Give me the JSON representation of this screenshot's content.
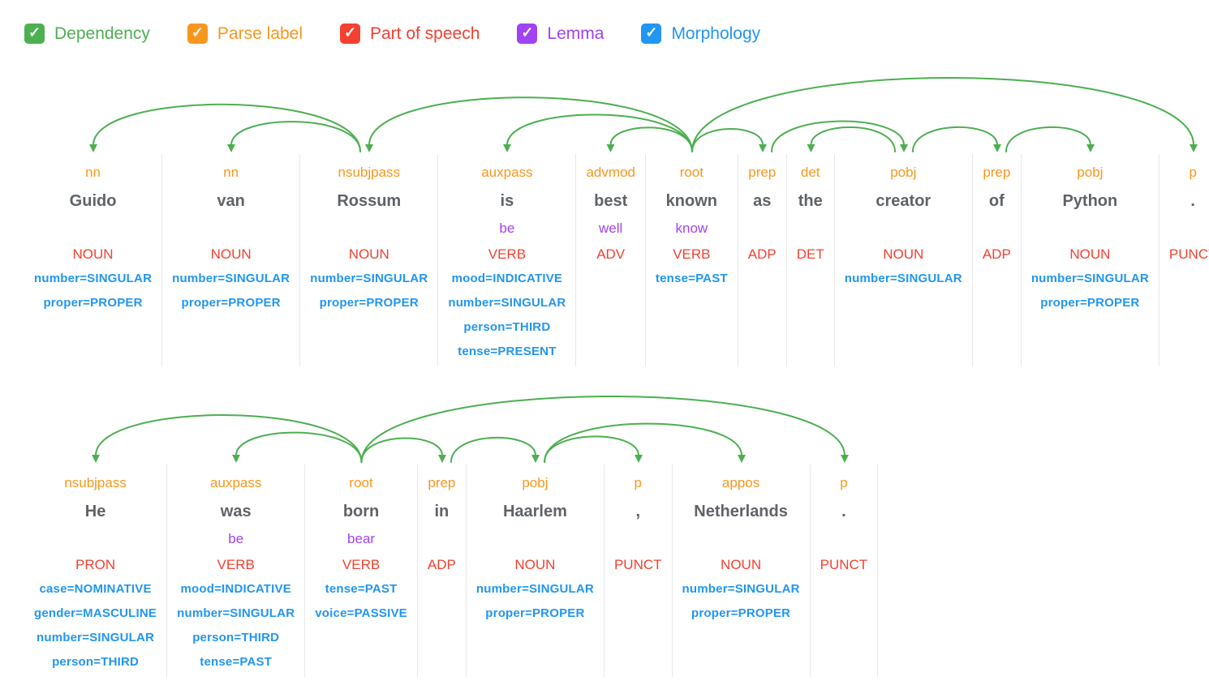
{
  "colors": {
    "green": "#4CAF50",
    "orange": "#F9971D",
    "red": "#F4402F",
    "purple": "#A142F4",
    "blue": "#2196F3",
    "word": "#5F6368",
    "separator": "#E8E8E8",
    "arc": "#4CAF50"
  },
  "check_icon": "✓",
  "legend": {
    "items": [
      {
        "label": "Dependency",
        "color": "#4CAF50",
        "checked": true
      },
      {
        "label": "Parse label",
        "color": "#F9971D",
        "checked": true
      },
      {
        "label": "Part of speech",
        "color": "#F4402F",
        "checked": true
      },
      {
        "label": "Lemma",
        "color": "#A142F4",
        "checked": true
      },
      {
        "label": "Morphology",
        "color": "#2196F3",
        "checked": true
      }
    ]
  },
  "sentences": [
    {
      "tokens": [
        {
          "label": "nn",
          "word": "Guido",
          "lemma": "",
          "pos": "NOUN",
          "morph": [
            "number=SINGULAR",
            "proper=PROPER"
          ],
          "head": 2
        },
        {
          "label": "nn",
          "word": "van",
          "lemma": "",
          "pos": "NOUN",
          "morph": [
            "number=SINGULAR",
            "proper=PROPER"
          ],
          "head": 2
        },
        {
          "label": "nsubjpass",
          "word": "Rossum",
          "lemma": "",
          "pos": "NOUN",
          "morph": [
            "number=SINGULAR",
            "proper=PROPER"
          ],
          "head": 5
        },
        {
          "label": "auxpass",
          "word": "is",
          "lemma": "be",
          "pos": "VERB",
          "morph": [
            "mood=INDICATIVE",
            "number=SINGULAR",
            "person=THIRD",
            "tense=PRESENT"
          ],
          "head": 5
        },
        {
          "label": "advmod",
          "word": "best",
          "lemma": "well",
          "pos": "ADV",
          "morph": [],
          "head": 5
        },
        {
          "label": "root",
          "word": "known",
          "lemma": "know",
          "pos": "VERB",
          "morph": [
            "tense=PAST"
          ],
          "head": -1
        },
        {
          "label": "prep",
          "word": "as",
          "lemma": "",
          "pos": "ADP",
          "morph": [],
          "head": 5
        },
        {
          "label": "det",
          "word": "the",
          "lemma": "",
          "pos": "DET",
          "morph": [],
          "head": 8
        },
        {
          "label": "pobj",
          "word": "creator",
          "lemma": "",
          "pos": "NOUN",
          "morph": [
            "number=SINGULAR"
          ],
          "head": 6
        },
        {
          "label": "prep",
          "word": "of",
          "lemma": "",
          "pos": "ADP",
          "morph": [],
          "head": 8
        },
        {
          "label": "pobj",
          "word": "Python",
          "lemma": "",
          "pos": "NOUN",
          "morph": [
            "number=SINGULAR",
            "proper=PROPER"
          ],
          "head": 9
        },
        {
          "label": "p",
          "word": ".",
          "lemma": "",
          "pos": "PUNCT",
          "morph": [],
          "head": 5
        }
      ]
    },
    {
      "tokens": [
        {
          "label": "nsubjpass",
          "word": "He",
          "lemma": "",
          "pos": "PRON",
          "morph": [
            "case=NOMINATIVE",
            "gender=MASCULINE",
            "number=SINGULAR",
            "person=THIRD"
          ],
          "head": 2
        },
        {
          "label": "auxpass",
          "word": "was",
          "lemma": "be",
          "pos": "VERB",
          "morph": [
            "mood=INDICATIVE",
            "number=SINGULAR",
            "person=THIRD",
            "tense=PAST"
          ],
          "head": 2
        },
        {
          "label": "root",
          "word": "born",
          "lemma": "bear",
          "pos": "VERB",
          "morph": [
            "tense=PAST",
            "voice=PASSIVE"
          ],
          "head": -1
        },
        {
          "label": "prep",
          "word": "in",
          "lemma": "",
          "pos": "ADP",
          "morph": [],
          "head": 2
        },
        {
          "label": "pobj",
          "word": "Haarlem",
          "lemma": "",
          "pos": "NOUN",
          "morph": [
            "number=SINGULAR",
            "proper=PROPER"
          ],
          "head": 3
        },
        {
          "label": "p",
          "word": ",",
          "lemma": "",
          "pos": "PUNCT",
          "morph": [],
          "head": 4
        },
        {
          "label": "appos",
          "word": "Netherlands",
          "lemma": "",
          "pos": "NOUN",
          "morph": [
            "number=SINGULAR",
            "proper=PROPER"
          ],
          "head": 4
        },
        {
          "label": "p",
          "word": ".",
          "lemma": "",
          "pos": "PUNCT",
          "morph": [],
          "head": 2
        }
      ]
    }
  ]
}
